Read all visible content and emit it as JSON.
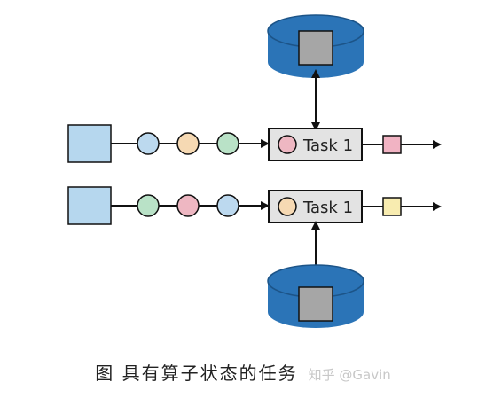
{
  "colors": {
    "source_blue": "#b6d7ee",
    "token_blue": "#bcd9ef",
    "token_peach": "#f6d9b3",
    "token_green": "#b9e2c7",
    "token_pink": "#eeb7c2",
    "state_pink": "#f1b3c3",
    "state_yellow": "#f8ecb0",
    "db_blue": "#2b74b7",
    "db_dark": "#1c5488",
    "db_square": "#a6a6a6",
    "task_box": "#e3e3e3"
  },
  "rows": [
    {
      "source_color": "source_blue",
      "tokens": [
        "token_blue",
        "token_peach",
        "token_green"
      ],
      "task": {
        "label": "Task 1",
        "state_color": "token_pink"
      },
      "output_color": "state_pink",
      "storage": "above"
    },
    {
      "source_color": "source_blue",
      "tokens": [
        "token_green",
        "token_pink",
        "token_blue"
      ],
      "task": {
        "label": "Task 1",
        "state_color": "token_peach"
      },
      "output_color": "state_yellow",
      "storage": "below"
    }
  ],
  "caption": {
    "title": "图  具有算子状态的任务",
    "watermark": "知乎 @Gavin"
  }
}
